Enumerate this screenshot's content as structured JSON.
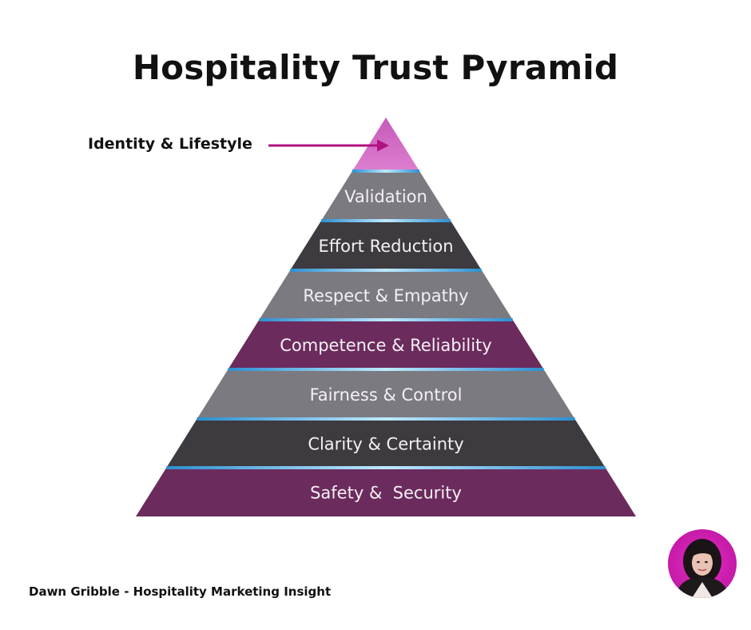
{
  "title": "Hospitality Trust Pyramid",
  "callout": {
    "label": "Identity & Lifestyle",
    "arrow_color": "#b0127f"
  },
  "tiers": [
    {
      "label": "",
      "style": "apex"
    },
    {
      "label": "Validation",
      "style": "grey"
    },
    {
      "label": "Effort Reduction",
      "style": "dark"
    },
    {
      "label": "Respect & Empathy",
      "style": "grey"
    },
    {
      "label": "Competence & Reliability",
      "style": "purple"
    },
    {
      "label": "Fairness & Control",
      "style": "grey"
    },
    {
      "label": "Clarity & Certainty",
      "style": "dark"
    },
    {
      "label": "Safety &  Security",
      "style": "purple"
    }
  ],
  "colors": {
    "apex": "#d46cc5",
    "grey": "#7b7a80",
    "dark": "#3d3b40",
    "purple": "#6b2b5d",
    "divider": "#5ec3f2"
  },
  "footer": {
    "credit": "Dawn Gribble - Hospitality Marketing Insight",
    "avatar_icon": "author-portrait"
  }
}
